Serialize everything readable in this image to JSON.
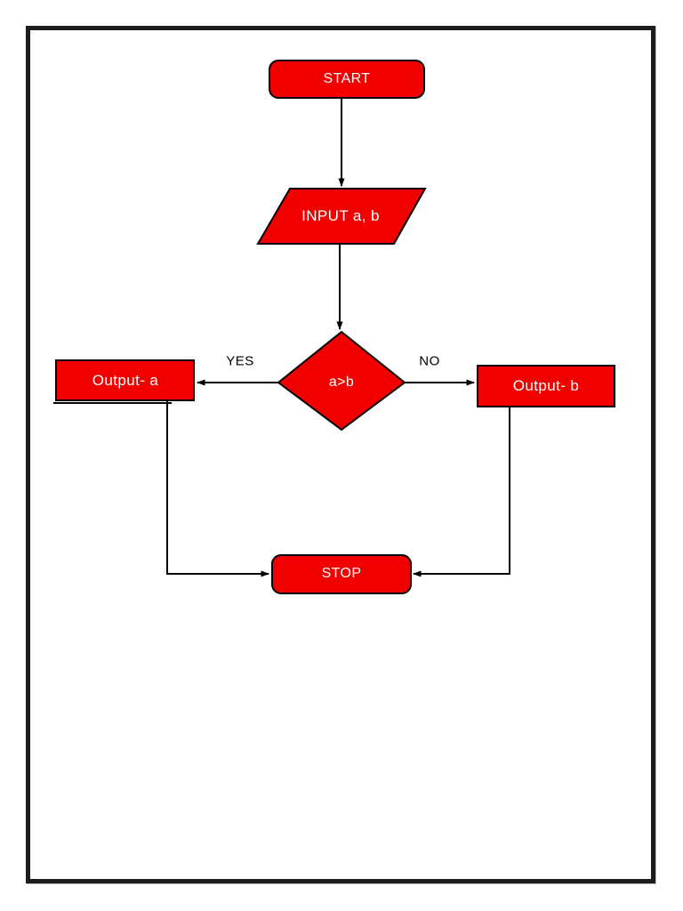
{
  "page": {
    "background": "#ffffff",
    "frame_color": "#1d1d1d"
  },
  "colors": {
    "shape_fill": "#f20000",
    "shape_stroke": "#000000",
    "shape_text": "#ffffff",
    "line_color": "#000000",
    "label_text": "#000000"
  },
  "flowchart": {
    "nodes": [
      {
        "id": "start",
        "type": "rounded-rect",
        "label": "START"
      },
      {
        "id": "input",
        "type": "parallelogram",
        "label": "INPUT a, b"
      },
      {
        "id": "decision",
        "type": "diamond",
        "label": "a>b"
      },
      {
        "id": "output_a",
        "type": "rect",
        "label": "Output- a"
      },
      {
        "id": "output_b",
        "type": "rect",
        "label": "Output- b"
      },
      {
        "id": "stop",
        "type": "rounded-rect",
        "label": "STOP"
      }
    ],
    "edges": [
      {
        "from": "start",
        "to": "input",
        "label": ""
      },
      {
        "from": "input",
        "to": "decision",
        "label": ""
      },
      {
        "from": "decision",
        "to": "output_a",
        "label": "YES"
      },
      {
        "from": "decision",
        "to": "output_b",
        "label": "NO"
      },
      {
        "from": "output_a",
        "to": "stop",
        "label": ""
      },
      {
        "from": "output_b",
        "to": "stop",
        "label": ""
      }
    ]
  }
}
